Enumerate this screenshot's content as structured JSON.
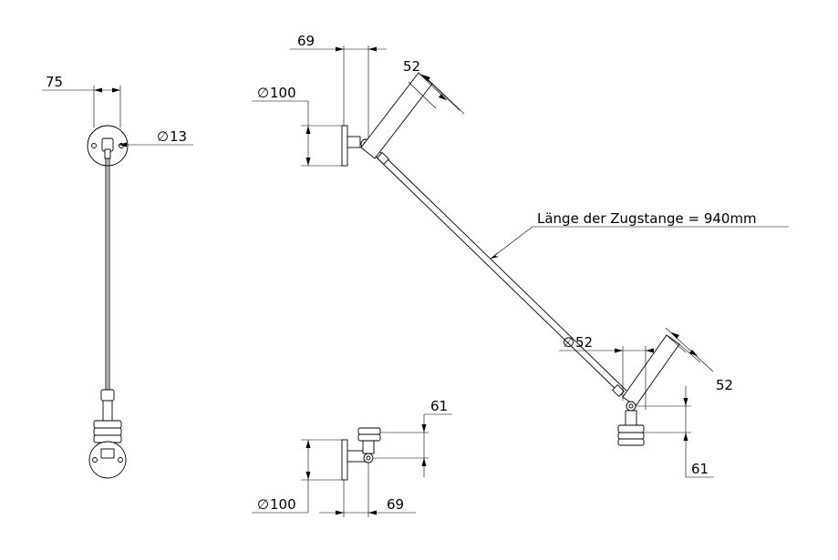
{
  "dimensions": {
    "front_width": "75",
    "front_rod_dia": "13",
    "top_offset": "69",
    "top_plate_dia": "100",
    "top_tube": "52",
    "rod_length_note": "Länge der Zugstange = 940mm",
    "lower_dia": "52",
    "lower_tube": "52",
    "lower_height": "61",
    "bottom_height": "61",
    "bottom_plate_dia": "100",
    "bottom_offset": "69"
  },
  "symbols": {
    "diameter": "∅"
  },
  "colors": {
    "line": "#000000",
    "background": "#ffffff"
  }
}
